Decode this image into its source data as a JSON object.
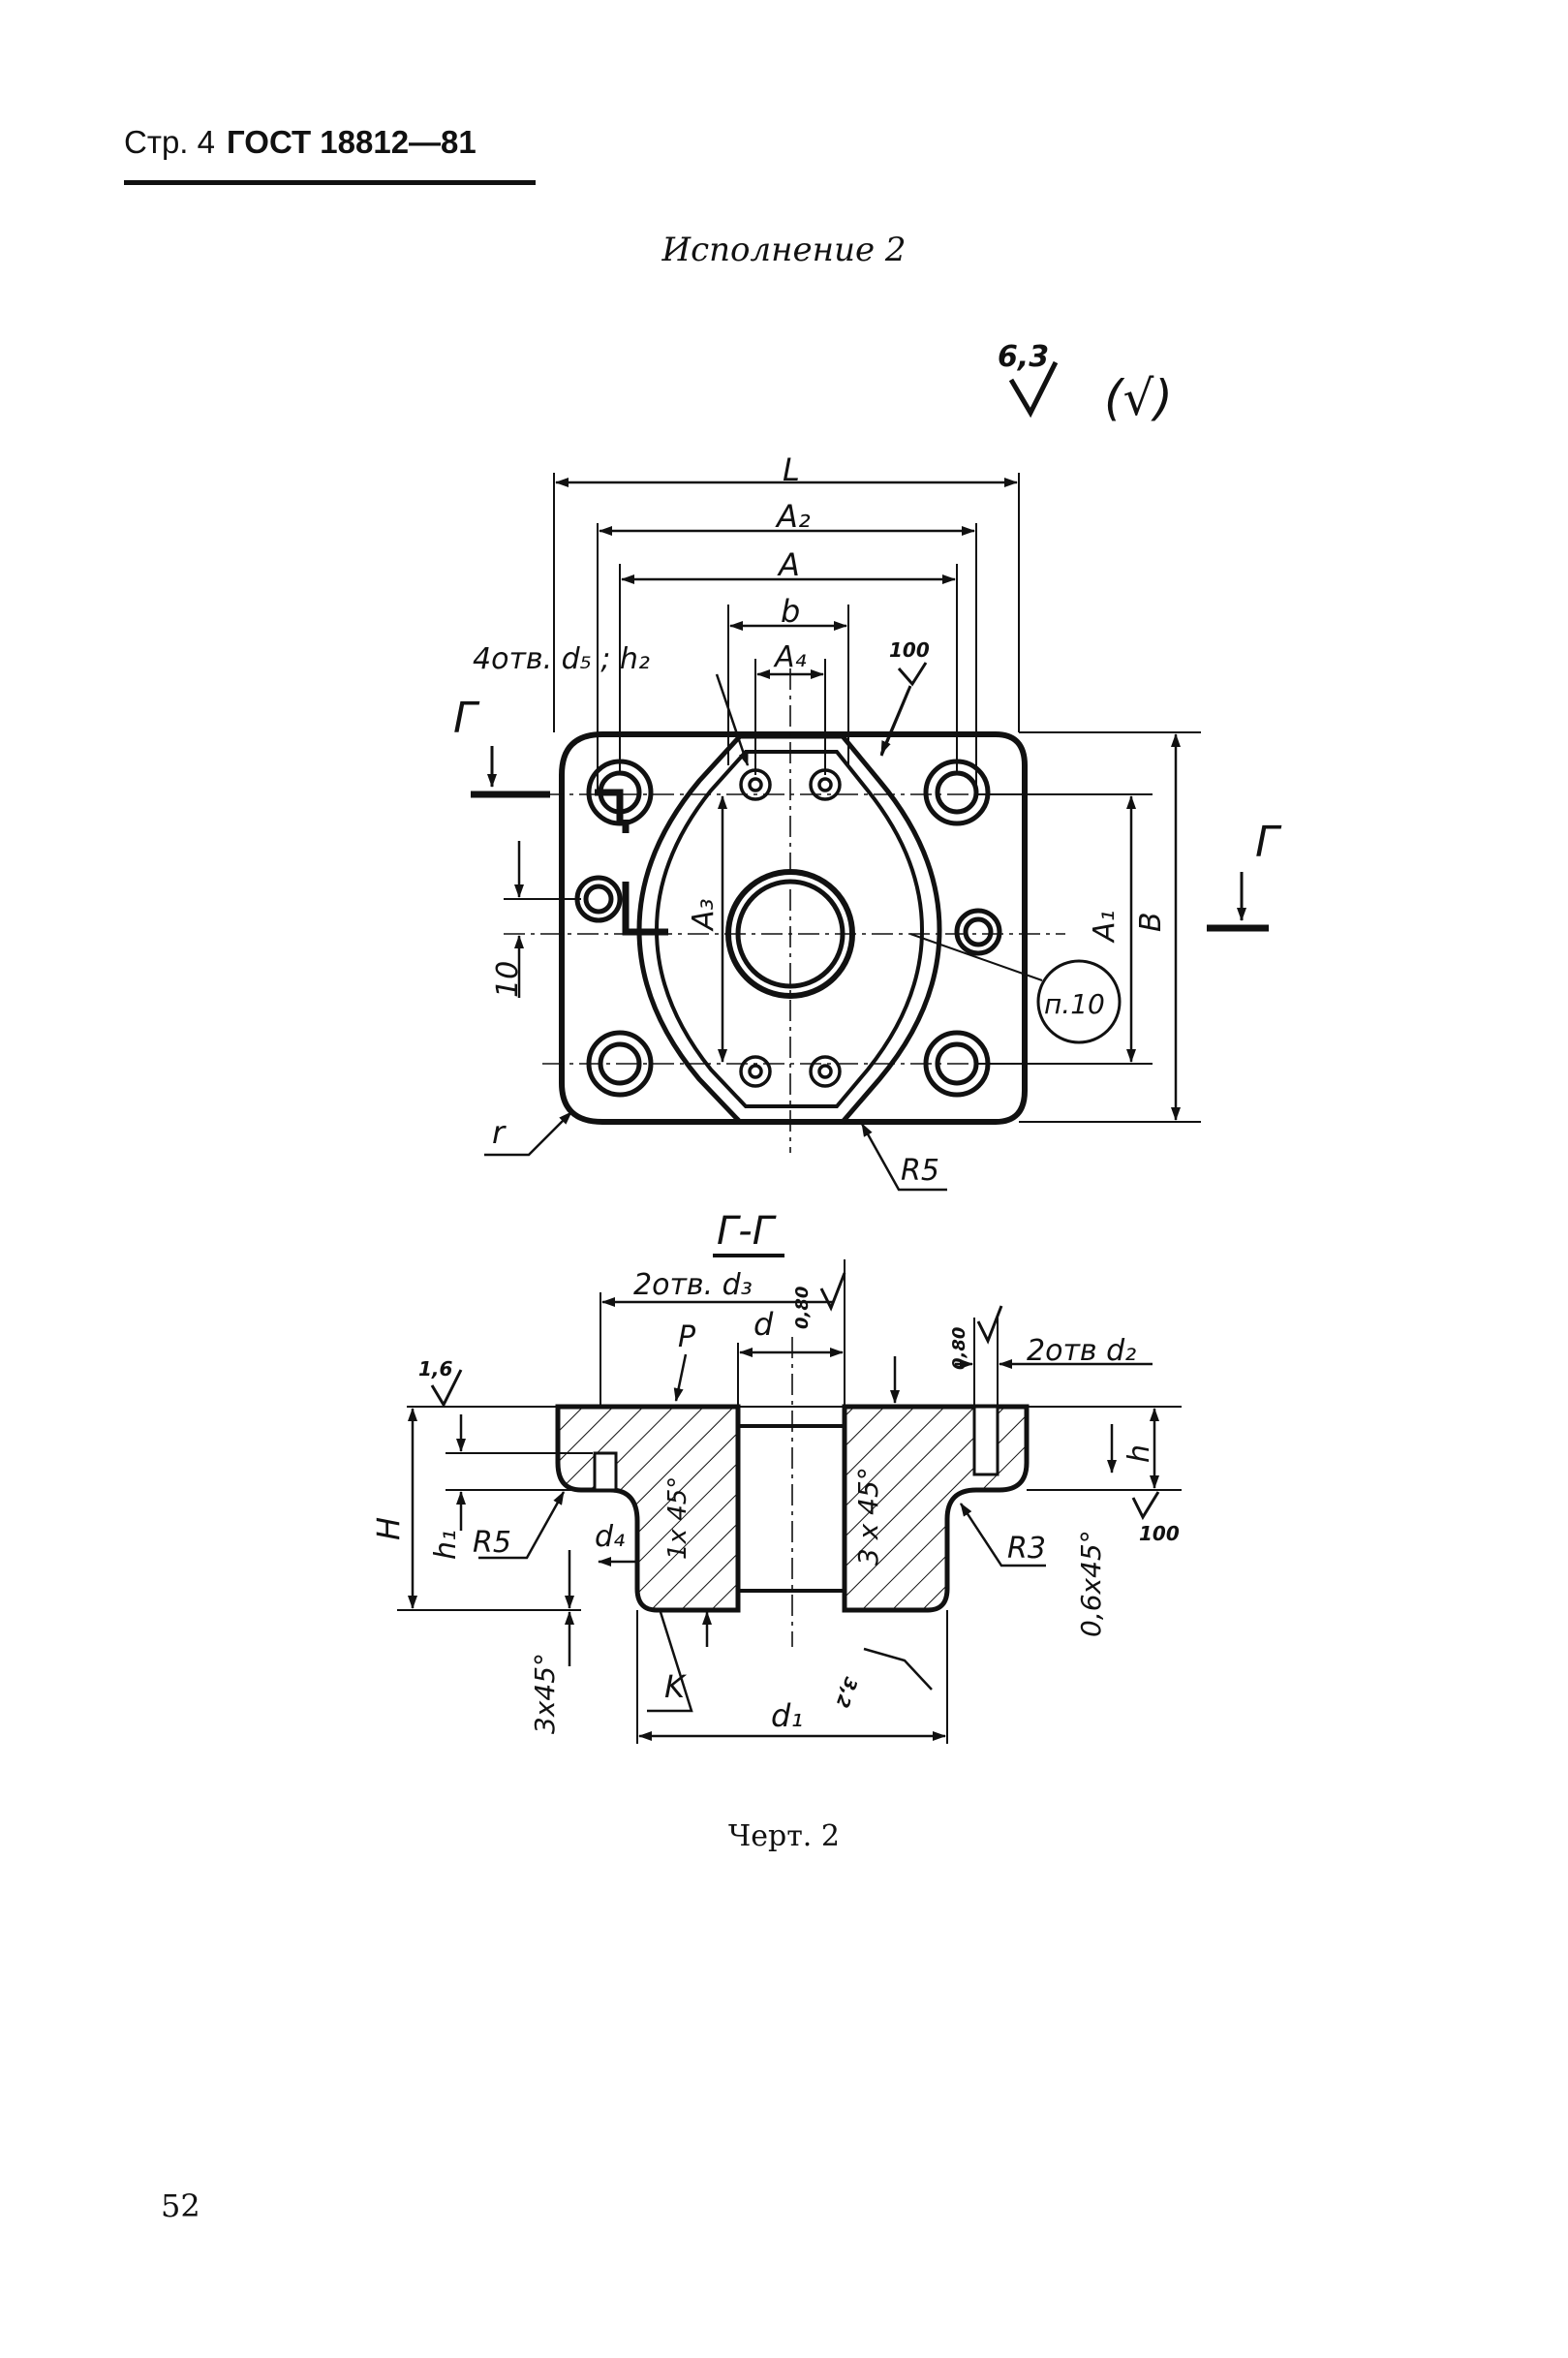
{
  "header": {
    "page_label": "Стр. 4",
    "standard": "ГОСТ 18812—81"
  },
  "subtitle": "Исполнение 2",
  "roughness": {
    "value": "6,3",
    "other_surfaces": "(√)"
  },
  "plan_view": {
    "dim_L": "L",
    "dim_A2": "A₂",
    "dim_A": "A",
    "dim_b": "b",
    "dim_A4": "A₄",
    "dim_A1": "A₁",
    "dim_B": "B",
    "dim_A3": "A₃",
    "holes_note": "4отв. d₅ ; h₂",
    "finish_100": "100",
    "dim_10": "10",
    "radius_r": "r",
    "radius_R5": "R5",
    "note_ref": "п.10",
    "section_mark": "Г"
  },
  "section_view": {
    "title": "Г-Г",
    "holes_d3": "2отв. d₃",
    "holes_d2": "2отв d₂",
    "label_P": "P",
    "label_d": "d",
    "finish_080_left": "0,80",
    "finish_080_right": "0,80",
    "finish_16": "1,6",
    "label_H": "H",
    "label_h": "h",
    "label_h1": "h₁",
    "label_R5": "R5",
    "label_d4": "d₄",
    "chamfer_1x45": "1x 45°",
    "chamfer_3x45_mid": "3 x 45°",
    "label_R3": "R3",
    "finish_100": "100",
    "chamfer_06x45": "0,6x45°",
    "chamfer_3x45_bottom": "3x45°",
    "label_K": "K",
    "finish_32": "3,2",
    "label_d1": "d₁"
  },
  "caption": "Черт. 2",
  "page_number": "52"
}
